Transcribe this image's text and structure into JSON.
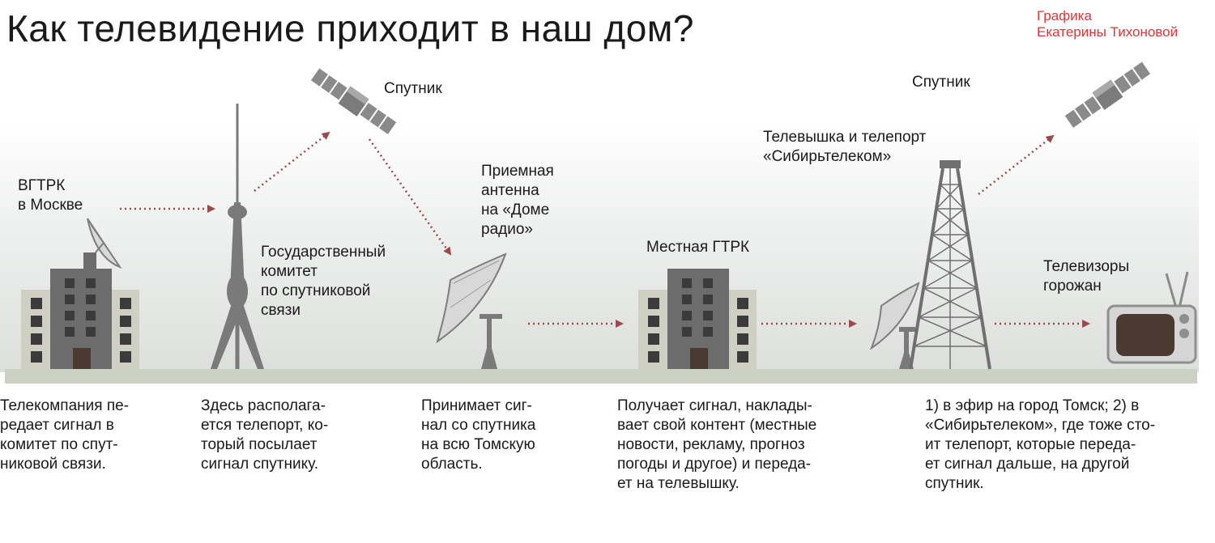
{
  "title": "Как телевидение приходит в наш дом?",
  "credit": {
    "line1": "Графика",
    "line2": "Екатерины Тихоновой"
  },
  "labels": {
    "vgtrk": [
      "ВГТРК",
      "в Москве"
    ],
    "satellite1": "Спутник",
    "committee": [
      "Государственный",
      "комитет",
      "по спутниковой",
      "связи"
    ],
    "antenna": [
      "Приемная",
      "антенна",
      "на «Доме",
      "радио»"
    ],
    "local": "Местная ГТРК",
    "satellite2": "Спутник",
    "tower": [
      "Телевышка и телепорт",
      "«Сибирьтелеком»"
    ],
    "tv": [
      "Телевизоры",
      "горожан"
    ]
  },
  "descriptions": [
    [
      "Телекомпания пе-",
      "редает сигнал в",
      "комитет по спут-",
      "никовой связи."
    ],
    [
      "Здесь располага-",
      "ется телепорт, ко-",
      "торый посылает",
      "сигнал спутнику."
    ],
    [
      "Принимает сиг-",
      "нал со спутника",
      "на всю Томскую",
      "область."
    ],
    [
      "Получает сигнал, наклады-",
      "вает свой контент (местные",
      "новости, рекламу, прогноз",
      "погоды и другое) и переда-",
      "ет на телевышку."
    ],
    [
      "1) в эфир на город Томск; 2) в",
      "«Сибирьтелеком», где тоже сто-",
      "ит телепорт, которые переда-",
      "ет сигнал дальше, на другой",
      "спутник."
    ]
  ],
  "colors": {
    "arrow": "#9b4a4c",
    "building": "#6c6c6c",
    "building_light": "#cfcfc4",
    "tower": "#7a7a7a",
    "accent": "#d9383a"
  },
  "icons": [
    "building-icon",
    "tv-tower-icon",
    "satellite-icon",
    "dish-antenna-icon",
    "lattice-tower-icon",
    "television-icon"
  ]
}
